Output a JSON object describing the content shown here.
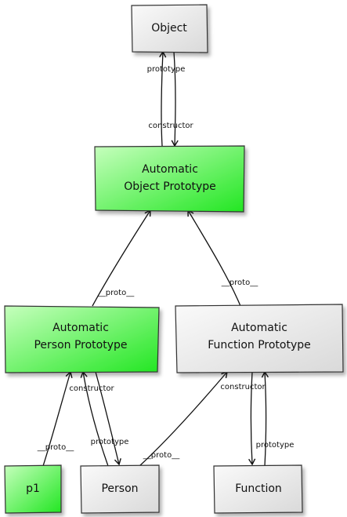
{
  "colors": {
    "green_fill": "#33ee33",
    "green_light": "#b9ffb0",
    "gray_fill": "#e6e6e6",
    "gray_light": "#f7f7f7",
    "line": "#111111"
  },
  "nodes": {
    "object": {
      "label": "Object",
      "color": "gray"
    },
    "object_proto": {
      "line1": "Automatic",
      "line2": "Object Prototype",
      "color": "green"
    },
    "person_proto": {
      "line1": "Automatic",
      "line2": "Person Prototype",
      "color": "green"
    },
    "function_proto": {
      "line1": "Automatic",
      "line2": "Function Prototype",
      "color": "gray"
    },
    "p1": {
      "label": "p1",
      "color": "green"
    },
    "person": {
      "label": "Person",
      "color": "gray"
    },
    "function": {
      "label": "Function",
      "color": "gray"
    }
  },
  "edges": {
    "object_prototype": "prototype",
    "object_constructor": "constructor",
    "object_proto_proto_person": "__proto__",
    "object_proto_proto_function": "__proto__",
    "person_constructor": "constructor",
    "person_prototype": "prototype",
    "p1_proto": "__proto__",
    "person_proto_function": "__proto__",
    "function_constructor": "constructor",
    "function_prototype": "prototype"
  }
}
